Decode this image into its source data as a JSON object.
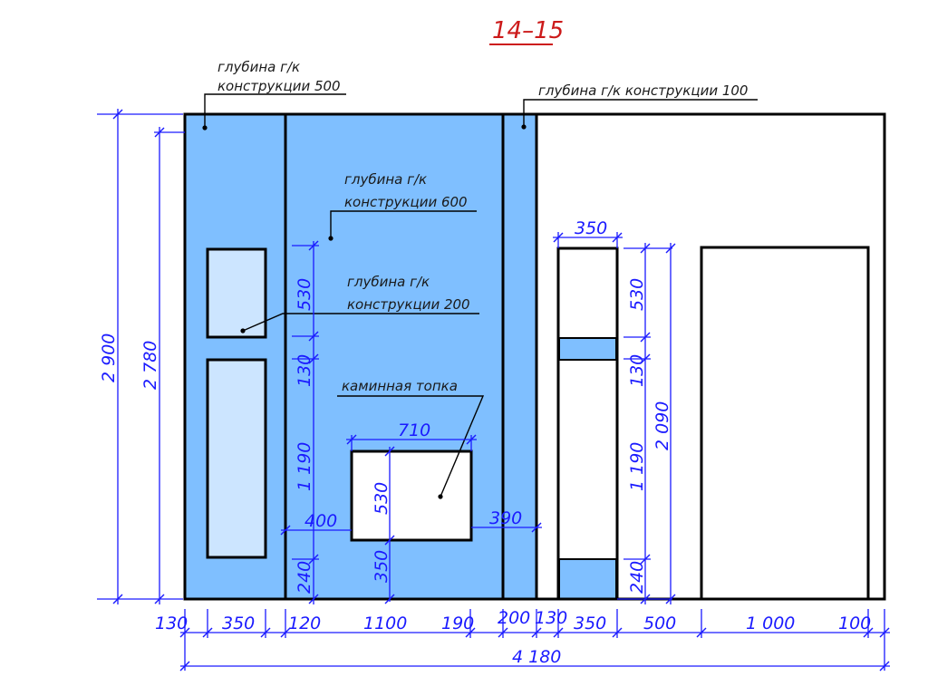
{
  "title": {
    "text": "14–15",
    "color": "#cc1a1a"
  },
  "colors": {
    "gk_fill": "#7fbfff",
    "panel_fill": "#cce5ff",
    "dimension": "#1a1aff",
    "outline": "#000000"
  },
  "notes": {
    "depth_500_line1": "глубина г/к",
    "depth_500_line2": "конструкции 500",
    "depth_100": "глубина г/к конструкции 100",
    "depth_600_line1": "глубина г/к",
    "depth_600_line2": "конструкции 600",
    "depth_200_line1": "глубина г/к",
    "depth_200_line2": "конструкции 200",
    "firebox": "каминная топка"
  },
  "dimensions": {
    "overall_height": "2 900",
    "left_column_height": "2 780",
    "center_vertical": [
      "530",
      "130",
      "1 190",
      "240"
    ],
    "firebox_width": "710",
    "firebox_height": "530",
    "firebox_bottom_offset": "350",
    "firebox_left_offset": "400",
    "firebox_right_offset": "390",
    "niche_width": "350",
    "niche_vertical": [
      "530",
      "130",
      "1 190",
      "240"
    ],
    "niche_total_height": "2 090",
    "bottom_chain": [
      "130",
      "350",
      "120",
      "1100",
      "190",
      "200",
      "130",
      "350",
      "500",
      "1 000",
      "100"
    ],
    "overall_width": "4 180"
  }
}
